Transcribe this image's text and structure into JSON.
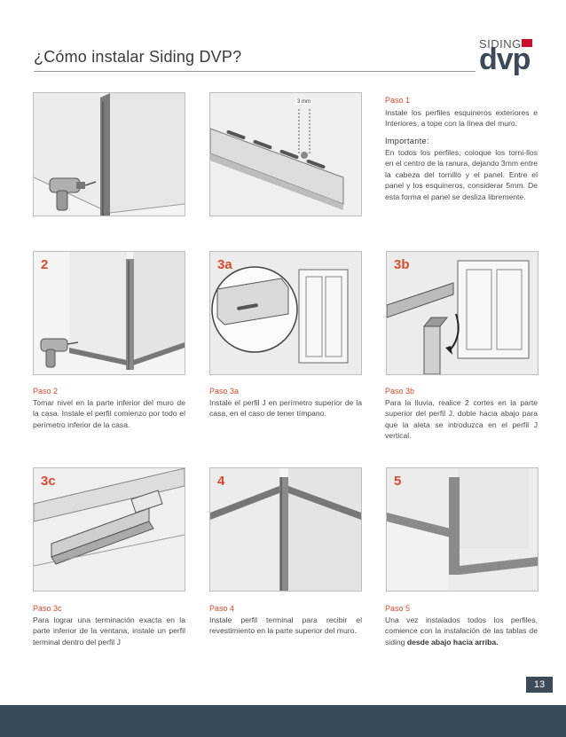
{
  "header": {
    "title": "¿Cómo instalar Siding DVP?",
    "logo_top": "SIDING",
    "logo_main": "dvp"
  },
  "panels": [
    {
      "num": "",
      "name": "step1-figure-corner"
    },
    {
      "num": "",
      "name": "step1-figure-slots",
      "measure": "3 mm"
    },
    {
      "num": "2"
    },
    {
      "num": "3a"
    },
    {
      "num": "3b"
    },
    {
      "num": "3c"
    },
    {
      "num": "4"
    },
    {
      "num": "5"
    }
  ],
  "steps": {
    "s1": {
      "title": "Paso 1",
      "text": "Instale los perfiles esquineros exteriores e Interiores, a tope con la línea del muro.",
      "important_title": "Importante:",
      "important_text": "En todos los perfiles, coloque los torni-llos en el centro de la ranura, dejando 3mm entre la cabeza del tornillo y el panel. Entre el panel y los esquineros, considerar 5mm. De esta forma el panel se desliza libremente."
    },
    "s2": {
      "title": "Paso 2",
      "text": "Tomar nivel en la parte inferior del muro de la casa. Instale el perfil comienzo por todo el perímetro inferior de la casa."
    },
    "s3a": {
      "title": "Paso 3a",
      "text": "Instale el perfil J en perímetro superior de la casa, en el caso de tener tímpano."
    },
    "s3b": {
      "title": "Paso 3b",
      "text": "Para la lluvia, realice 2 cortes en la parte superior del perfil J, doble hacia abajo para que la aleta se introduzca en el perfil J vertical."
    },
    "s3c": {
      "title": "Paso 3c",
      "text": "Para lograr una terminación exacta en la parte inferior de la ventana, instale un perfil terminal dentro del perfil J"
    },
    "s4": {
      "title": "Paso 4",
      "text": "Instale perfil terminal para recibir el revestimiento en la parte superior del muro."
    },
    "s5": {
      "title": "Paso 5",
      "text_a": "Una vez instalados todos los perfiles, comience con la instalación de las tablas de siding ",
      "text_b": "desde abajo hacia arriba."
    }
  },
  "page_number": "13",
  "colors": {
    "accent": "#d94a2b",
    "brand": "#3b4a59",
    "logo_red": "#c8102e"
  }
}
